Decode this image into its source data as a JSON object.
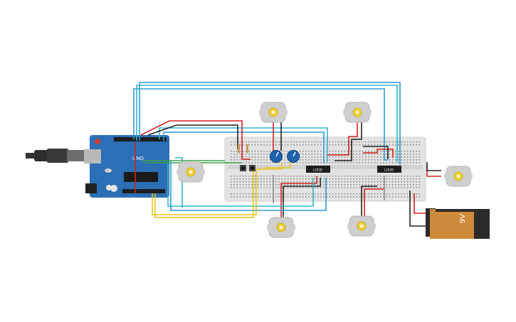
{
  "components": {
    "arduino": {
      "type": "Arduino Uno",
      "label": "UNO"
    },
    "breadboard": {
      "type": "breadboard"
    },
    "chips": [
      {
        "part": "L293D",
        "label": "L293D"
      },
      {
        "part": "L293D",
        "label": "L293D"
      }
    ],
    "battery": {
      "label": "9V"
    },
    "motors": [
      {
        "name": "motor-left"
      },
      {
        "name": "motor-top-1"
      },
      {
        "name": "motor-top-2"
      },
      {
        "name": "motor-right"
      },
      {
        "name": "motor-bottom-1"
      },
      {
        "name": "motor-bottom-2"
      }
    ],
    "potentiometers": 2,
    "pushbuttons": 2,
    "resistors": 2
  },
  "colors": {
    "background": "#ffffff",
    "arduino_board": "#2b6fb6",
    "breadboard": "#e3e3e3",
    "motor_body": "#cfcfcf",
    "motor_shaft": "#f2d23b",
    "battery_body": "#d08a3b",
    "battery_cap": "#2b2b2b",
    "wire_red": "#d62020",
    "wire_black": "#222222",
    "wire_blue": "#2a9bd6",
    "wire_teal": "#35b5c8",
    "wire_yellow": "#e8c41c",
    "wire_green": "#3fa34d",
    "wire_gray": "#8a8a8a"
  }
}
